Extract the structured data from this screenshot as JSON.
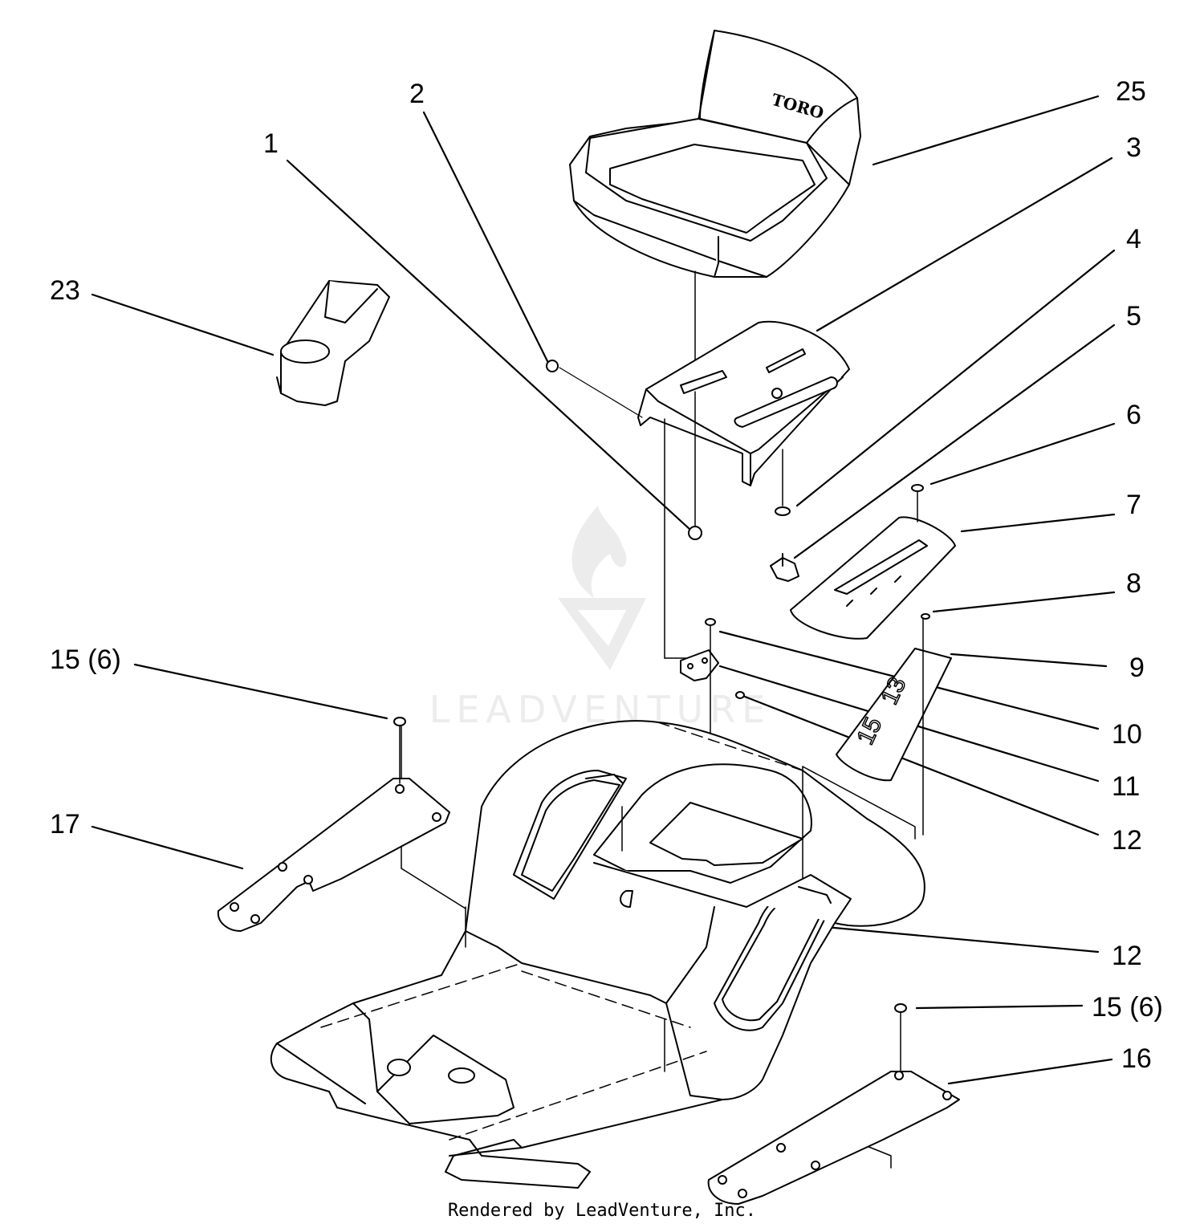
{
  "diagram": {
    "callouts": [
      {
        "id": "1",
        "label": "1"
      },
      {
        "id": "2",
        "label": "2"
      },
      {
        "id": "3",
        "label": "3"
      },
      {
        "id": "4",
        "label": "4"
      },
      {
        "id": "5",
        "label": "5"
      },
      {
        "id": "6",
        "label": "6"
      },
      {
        "id": "7",
        "label": "7"
      },
      {
        "id": "8",
        "label": "8"
      },
      {
        "id": "9",
        "label": "9"
      },
      {
        "id": "10",
        "label": "10"
      },
      {
        "id": "11",
        "label": "11"
      },
      {
        "id": "12a",
        "label": "12"
      },
      {
        "id": "12b",
        "label": "12"
      },
      {
        "id": "15a",
        "label": "15 (6)"
      },
      {
        "id": "15b",
        "label": "15 (6)"
      },
      {
        "id": "16",
        "label": "16"
      },
      {
        "id": "17",
        "label": "17"
      },
      {
        "id": "23",
        "label": "23"
      },
      {
        "id": "25",
        "label": "25"
      }
    ],
    "seat_brand": "TORO",
    "decal_text": [
      "13",
      "15"
    ],
    "watermark": "LEADVENTURE",
    "footer": "Rendered by LeadVenture, Inc.",
    "colors": {
      "line": "#000000",
      "part_fill": "#ffffff",
      "watermark": "#e6e6e6"
    }
  }
}
